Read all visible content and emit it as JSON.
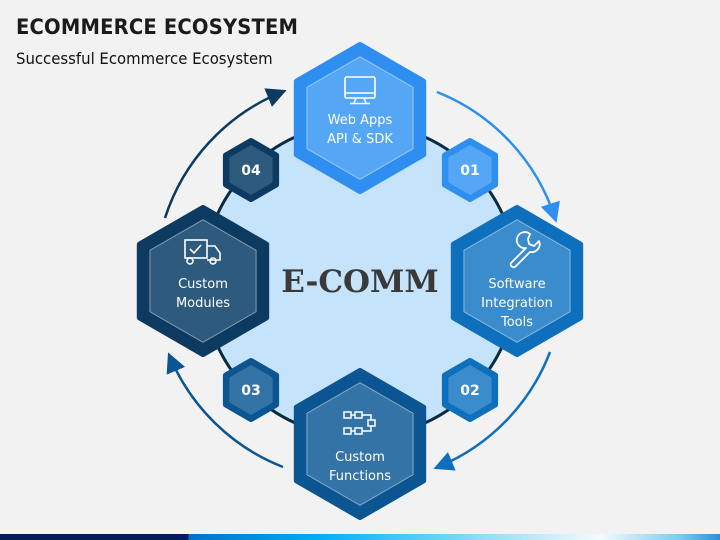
{
  "header": {
    "title": "ECOMMERCE ECOSYSTEM",
    "subtitle": "Successful Ecommerce Ecosystem"
  },
  "center_label": "E-COMM",
  "nodes": [
    {
      "line1": "Web Apps",
      "line2": "API & SDK",
      "icon": "monitor-icon",
      "border": "#2f8ff0",
      "fill": "#55a7f5"
    },
    {
      "line1": "Software",
      "line2": "Integration",
      "line3": "Tools",
      "icon": "wrench-icon",
      "border": "#0e6fbd",
      "fill": "#3a8ccc"
    },
    {
      "line1": "Custom",
      "line2": "Functions",
      "icon": "flowchart-icon",
      "border": "#0a5592",
      "fill": "#3473a6"
    },
    {
      "line1": "Custom",
      "line2": "Modules",
      "icon": "delivery-truck-icon",
      "border": "#0c3a60",
      "fill": "#2e5a7d"
    }
  ],
  "steps": [
    "01",
    "02",
    "03",
    "04"
  ],
  "colors": {
    "circle_fill": "#c5e4fb",
    "circle_stroke": "#0b2a44"
  }
}
